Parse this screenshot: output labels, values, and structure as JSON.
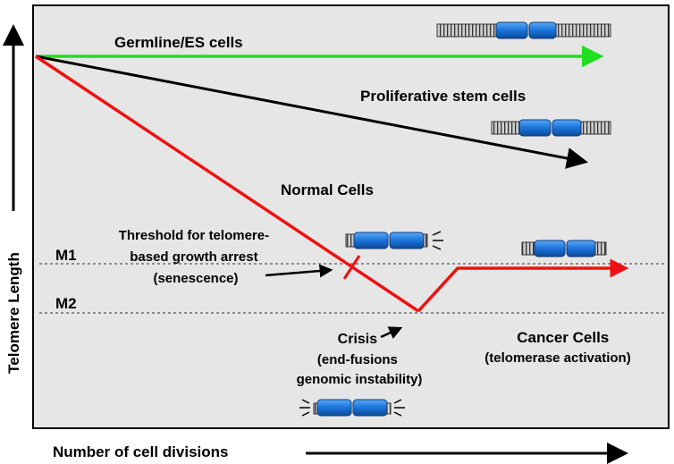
{
  "axes": {
    "y_label": "Telomere Length",
    "x_label": "Number of cell divisions"
  },
  "lines": {
    "germline": {
      "label": "Germline/ES cells",
      "color": "#22dd22"
    },
    "stem": {
      "label": "Proliferative stem cells",
      "color": "#000000"
    },
    "normal": {
      "label": "Normal Cells",
      "color": "#ee1111"
    },
    "cancer": {
      "label_1": "Cancer Cells",
      "label_2": "(telomerase activation)",
      "color": "#ee1111"
    }
  },
  "thresholds": {
    "m1": "M1",
    "m2": "M2"
  },
  "annotations": {
    "threshold": [
      "Threshold for telomere-",
      "based growth arrest",
      "(senescence)"
    ],
    "crisis": [
      "Crisis",
      "(end-fusions",
      "genomic instability)"
    ]
  },
  "colors": {
    "panel_bg": "#e6e6e6",
    "chromosome_body": "#1a73d9",
    "telomere": "#c8c8c8"
  }
}
